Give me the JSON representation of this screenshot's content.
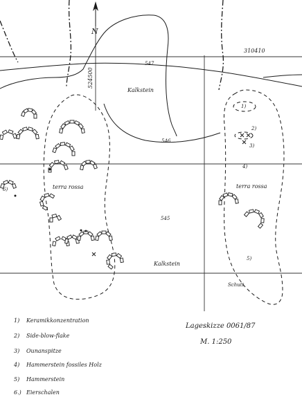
{
  "north_label": "N",
  "grid": {
    "easting": "524500",
    "northing": "310410"
  },
  "contours": {
    "c547": "547",
    "c546": "546",
    "c545": "545"
  },
  "areas": {
    "kalkstein_top": "Kalkstein",
    "terra_rossa_left": "terra rossa",
    "terra_rossa_right": "terra rossa",
    "kalkstein_bottom": "Kalkstein",
    "schutt": "Schutt"
  },
  "markers": [
    "1)",
    "2)",
    "3)",
    "4)",
    "5)",
    "6)"
  ],
  "legend": [
    {
      "num": "1)",
      "text": "Keramikkonzentration"
    },
    {
      "num": "2)",
      "text": "Side-blow-flake"
    },
    {
      "num": "3)",
      "text": "Ounanspitze"
    },
    {
      "num": "4)",
      "text": "Hammerstein fossiles Holz"
    },
    {
      "num": "5)",
      "text": "Hammerstein"
    },
    {
      "num": "6.)",
      "text": "Eierschalen"
    }
  ],
  "sketch_title": "Lageskizze 0061/87",
  "scale": "M. 1:250"
}
